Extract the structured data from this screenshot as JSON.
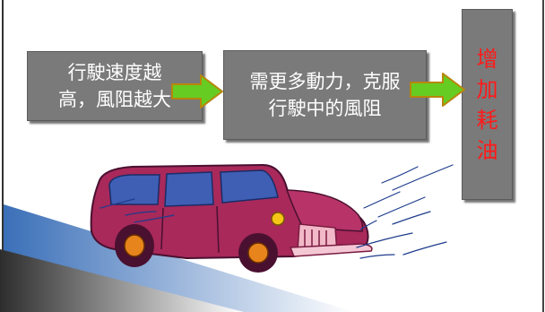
{
  "diagram": {
    "step1": {
      "line1": "行駛速度越",
      "line2": "高，風阻越大"
    },
    "step2": {
      "line1": "需更多動力，克服",
      "line2": "行駛中的風阻"
    },
    "step3": {
      "chars": [
        "增",
        "加",
        "耗",
        "油"
      ]
    }
  },
  "colors": {
    "box_fill": "#7a7a7a",
    "box_text": "#ffffff",
    "result_text": "#ff1a1a",
    "arrow_fill": "#66cc22",
    "arrow_outline": "#b8860b",
    "car_body": "#a8295a",
    "car_window": "#3f5fb5",
    "wheel_rim": "#e8841c",
    "wind_lines": "#1e3c8c"
  },
  "icons": {
    "arrow": "green-right-arrow",
    "illustration": "vintage-car-illustration"
  }
}
